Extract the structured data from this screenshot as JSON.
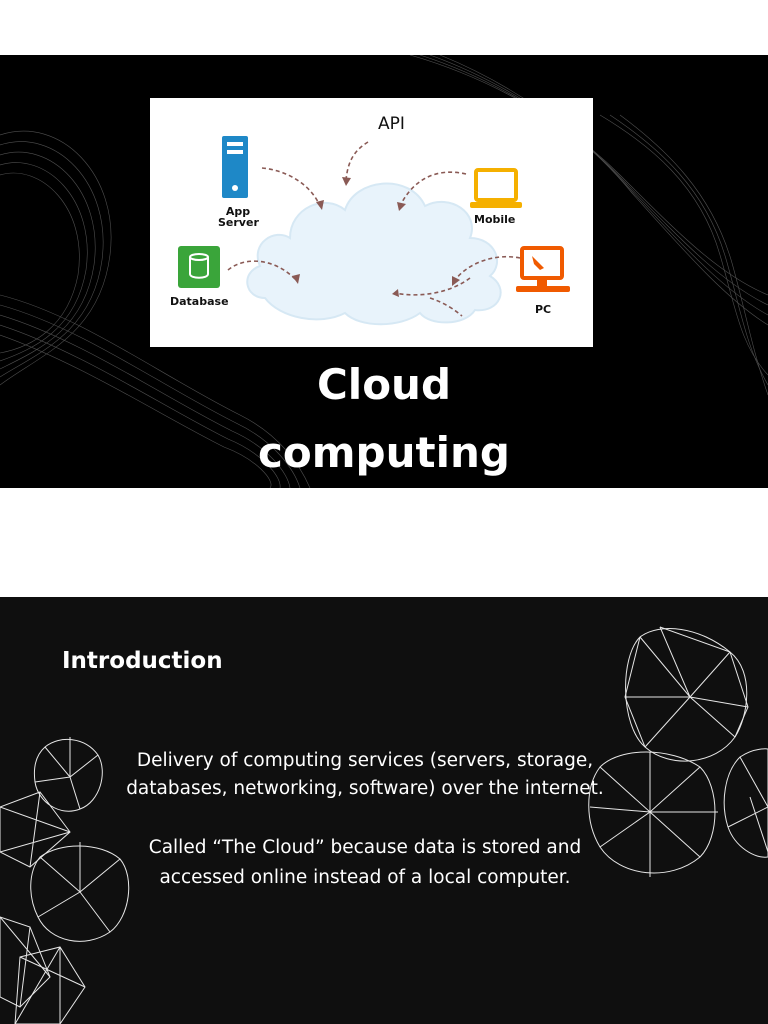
{
  "diagram": {
    "api_label": "API",
    "app_server_label": "App\nServer",
    "mobile_label": "Mobile",
    "database_label": "Database",
    "pc_label": "PC",
    "colors": {
      "server": "#1e88c7",
      "mobile": "#f5b000",
      "database": "#3aa53a",
      "pc": "#f05a00",
      "cloud": "#e8f3fb",
      "arrow": "#8a5a55"
    }
  },
  "title": {
    "line1": "Cloud",
    "line2": "computing"
  },
  "intro": {
    "heading": "Introduction",
    "paragraph1_line1": "Delivery of computing services (servers, storage,",
    "paragraph1_line2": "databases, networking, software) over the internet.",
    "paragraph2_line1": "Called “The Cloud” because data is stored and",
    "paragraph2_line2": "accessed online instead of a local computer."
  }
}
